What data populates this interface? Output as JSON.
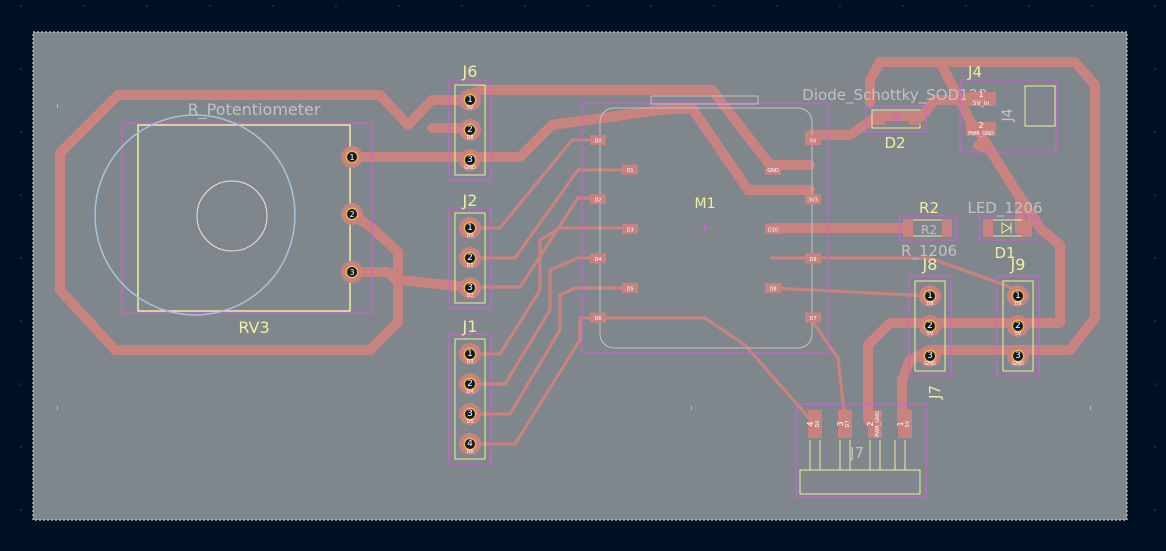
{
  "colors": {
    "background": "#001023",
    "board_fill": "#7f868c",
    "copper": "#c88381",
    "silkscreen": "#f2eda1",
    "courtyard": "#d35fd4",
    "fab": "#c2c2c2",
    "pot_circle": "#a6c3de"
  },
  "components": {
    "rv3": {
      "footprint": "R_Potentiometer",
      "ref": "RV3",
      "pins": [
        "1",
        "2",
        "3"
      ]
    },
    "j6": {
      "ref": "J6",
      "pins": [
        "1",
        "2",
        "3"
      ],
      "pin_labels": [
        "5V",
        "D8",
        "GND"
      ]
    },
    "j2": {
      "ref": "J2",
      "pins": [
        "1",
        "2",
        "3"
      ],
      "pin_labels": [
        "D0",
        "D1",
        "D2"
      ]
    },
    "j1": {
      "ref": "J1",
      "pins": [
        "1",
        "2",
        "3",
        "4"
      ],
      "pin_labels": [
        "D3",
        "D4",
        "D5",
        "D6"
      ]
    },
    "m1": {
      "ref": "M1",
      "left_pins": [
        "D0",
        "D1",
        "D2",
        "D3",
        "D4",
        "D5",
        "D6"
      ],
      "right_pins": [
        "5V",
        "GND",
        "3V3",
        "D10",
        "D9",
        "D8",
        "D7"
      ]
    },
    "d2": {
      "footprint": "Diode_Schottky_SOD123",
      "ref": "D2"
    },
    "j4": {
      "ref": "J4",
      "pins": [
        "1",
        "2"
      ],
      "pin_labels": [
        "5V_in",
        "PWR_GND"
      ]
    },
    "r2": {
      "ref": "R2",
      "footprint": "R_1206"
    },
    "d1": {
      "ref": "D1",
      "footprint": "LED_1206"
    },
    "j8": {
      "ref": "J8",
      "pins": [
        "1",
        "2",
        "3"
      ],
      "pin_labels": [
        "D8",
        "5V",
        "GND"
      ]
    },
    "j9": {
      "ref": "J9",
      "pins": [
        "1",
        "2",
        "3"
      ],
      "pin_labels": [
        "D9",
        "5V",
        "GND"
      ]
    },
    "j7": {
      "ref": "J7",
      "pins": [
        "4",
        "3",
        "2",
        "1"
      ],
      "pin_labels": [
        "D6",
        "D7",
        "PWR_GND",
        "5V"
      ]
    }
  }
}
